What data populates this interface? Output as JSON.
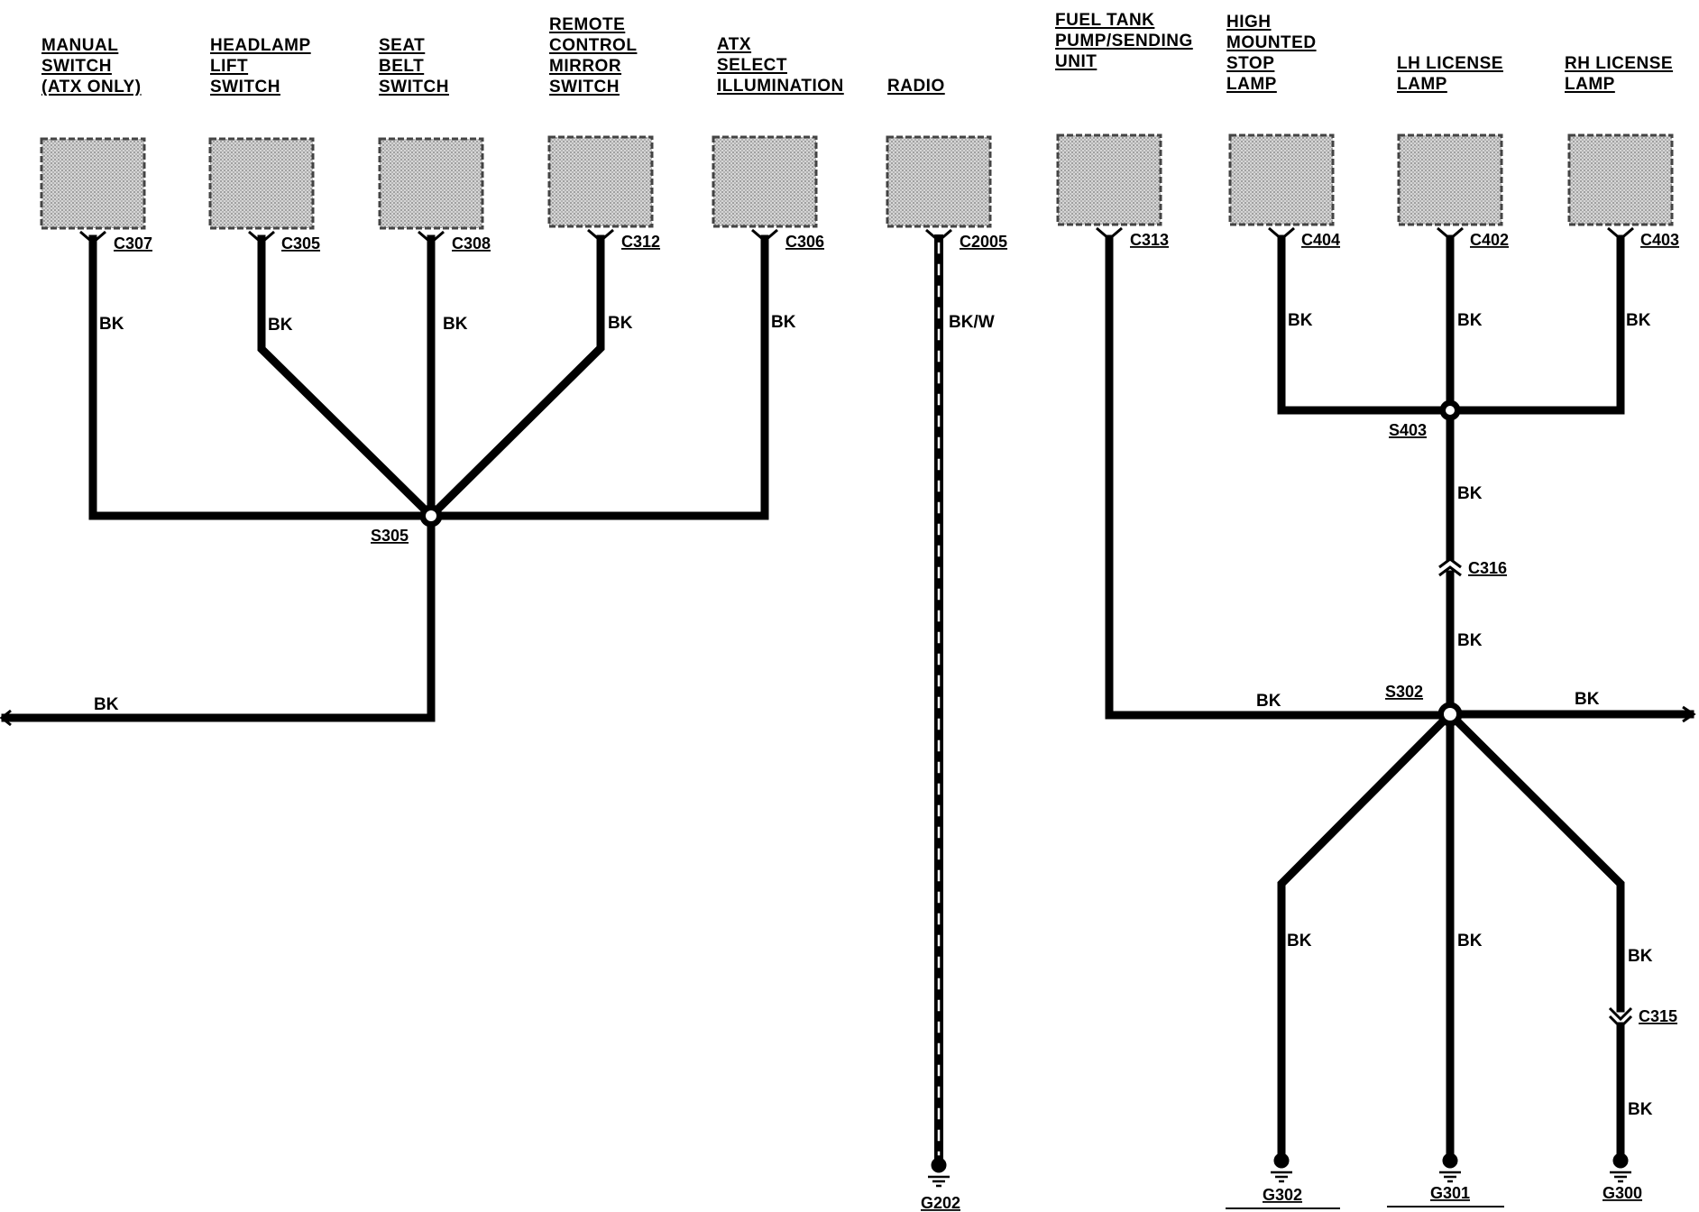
{
  "components": [
    {
      "id": "manual-switch",
      "lines": [
        "MANUAL",
        "SWITCH",
        "(ATX ONLY)"
      ],
      "connector": "C307"
    },
    {
      "id": "headlamp-lift-switch",
      "lines": [
        "HEADLAMP",
        "LIFT",
        "SWITCH"
      ],
      "connector": "C305"
    },
    {
      "id": "seat-belt-switch",
      "lines": [
        "SEAT",
        "BELT",
        "SWITCH"
      ],
      "connector": "C308"
    },
    {
      "id": "remote-control-mirror-switch",
      "lines": [
        "REMOTE",
        "CONTROL",
        "MIRROR",
        "SWITCH"
      ],
      "connector": "C312"
    },
    {
      "id": "atx-select-illumination",
      "lines": [
        "ATX",
        "SELECT",
        "ILLUMINATION"
      ],
      "connector": "C306"
    },
    {
      "id": "radio",
      "lines": [
        "RADIO"
      ],
      "connector": "C2005"
    },
    {
      "id": "fuel-tank-pump-sending-unit",
      "lines": [
        "FUEL TANK",
        "PUMP/SENDING",
        "UNIT"
      ],
      "connector": "C313"
    },
    {
      "id": "high-mounted-stop-lamp",
      "lines": [
        "HIGH",
        "MOUNTED",
        "STOP",
        "LAMP"
      ],
      "connector": "C404"
    },
    {
      "id": "lh-license-lamp",
      "lines": [
        "LH LICENSE",
        "LAMP"
      ],
      "connector": "C402"
    },
    {
      "id": "rh-license-lamp",
      "lines": [
        "RH LICENSE",
        "LAMP"
      ],
      "connector": "C403"
    }
  ],
  "wires": {
    "bk": "BK",
    "bk_w": "BK/W"
  },
  "splices": {
    "s305": "S305",
    "s403": "S403",
    "s302": "S302"
  },
  "inline_connectors": {
    "c316": "C316",
    "c315": "C315"
  },
  "grounds": {
    "g202": "G202",
    "g302": "G302",
    "g301": "G301",
    "g300": "G300"
  },
  "colors": {
    "wire": "#000000",
    "component_fill": "#c4c4c4",
    "component_border": "#444444",
    "background": "#ffffff"
  }
}
